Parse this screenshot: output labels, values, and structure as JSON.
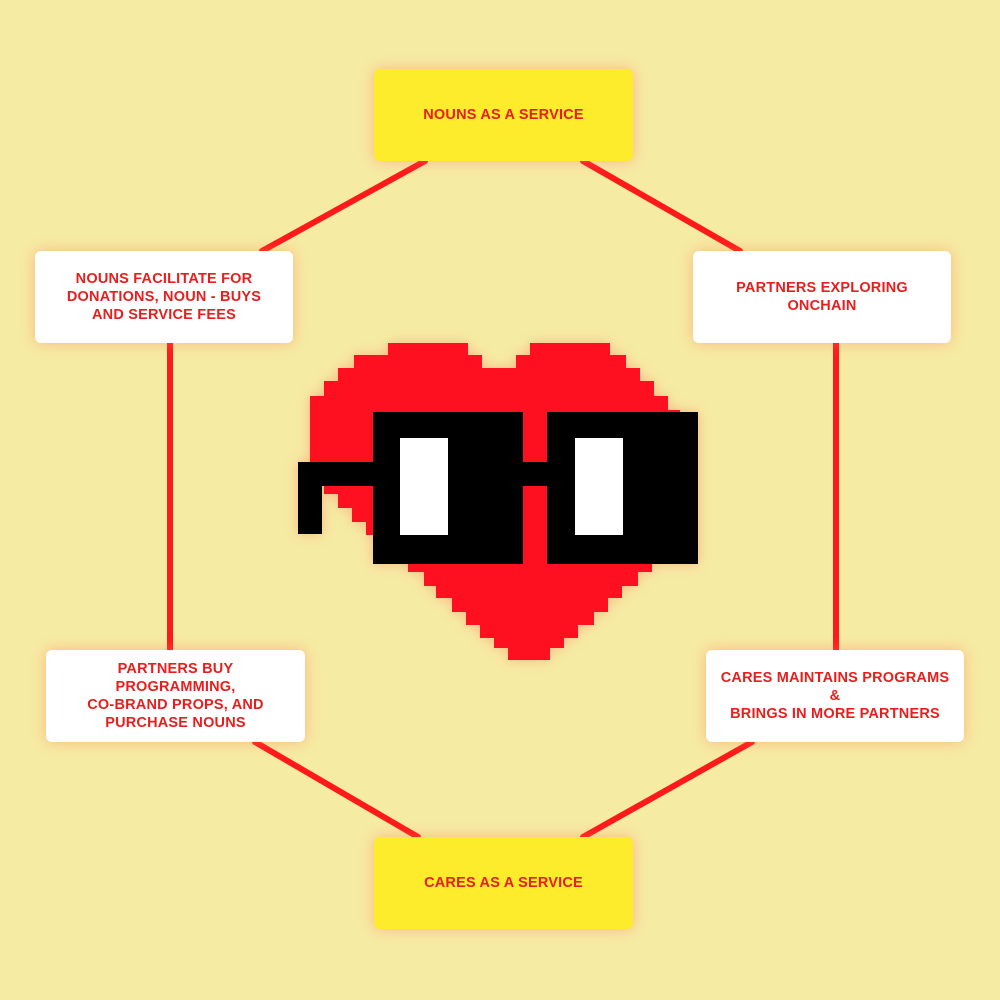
{
  "diagram": {
    "nodes": {
      "top": "NOUNS AS A SERVICE",
      "upper_right": "PARTNERS EXPLORING\nONCHAIN",
      "lower_right": "CARES MAINTAINS PROGRAMS\n&\nBRINGS IN MORE PARTNERS",
      "bottom": "CARES AS A SERVICE",
      "lower_left": "PARTNERS BUY PROGRAMMING,\nCO-BRAND PROPS, AND\nPURCHASE NOUNS",
      "upper_left": "NOUNS FACILITATE FOR\nDONATIONS, NOUN - BUYS\nAND SERVICE FEES"
    },
    "center_graphic": "pixel-heart-with-noggles",
    "colors": {
      "background": "#f6eba3",
      "connector": "#ff1a1a",
      "text": "#ea1d1d",
      "highlight_box": "#fcec2b",
      "box": "#ffffff",
      "heart": "#ff1020",
      "glasses": "#000000"
    }
  }
}
